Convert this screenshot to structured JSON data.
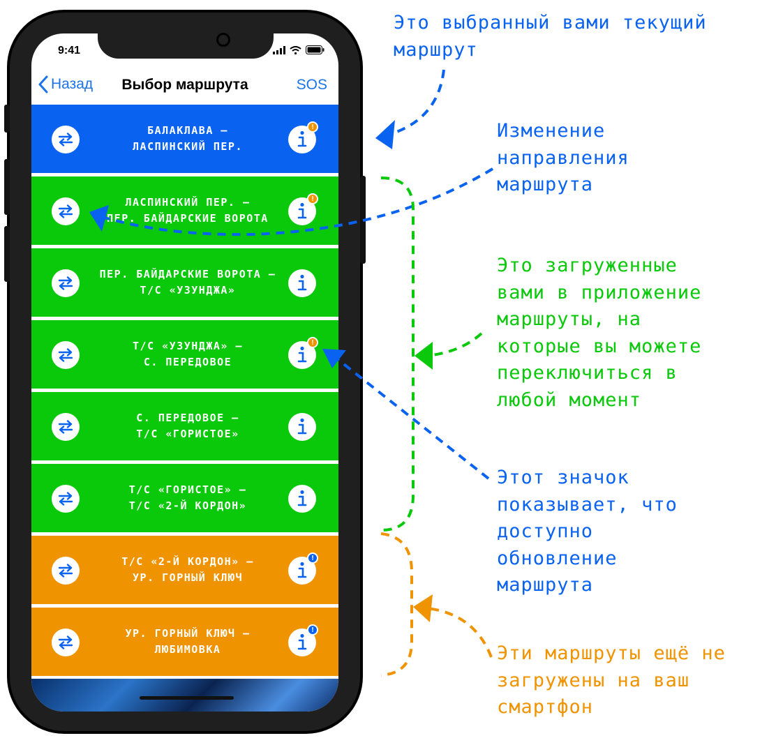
{
  "colors": {
    "current": "#0a63f0",
    "loaded": "#0ac80a",
    "not_loaded": "#f09300",
    "link_blue": "#1a73e8",
    "badge_orange": "#f09300",
    "badge_blue": "#0a63f0"
  },
  "status_bar": {
    "time": "9:41"
  },
  "nav": {
    "back_label": "Назад",
    "title": "Выбор маршрута",
    "sos_label": "SOS"
  },
  "routes": [
    {
      "line1": "БАЛАКЛАВА –",
      "line2": "ЛАСПИНСКИЙ ПЕР.",
      "status": "current",
      "badge": "!",
      "badge_color": "orange"
    },
    {
      "line1": "ЛАСПИНСКИЙ ПЕР. –",
      "line2": "ПЕР. БАЙДАРСКИЕ ВОРОТА",
      "status": "loaded",
      "badge": "!",
      "badge_color": "orange"
    },
    {
      "line1": "ПЕР. БАЙДАРСКИЕ ВОРОТА –",
      "line2": "Т/С «УЗУНДЖА»",
      "status": "loaded",
      "badge": "",
      "badge_color": ""
    },
    {
      "line1": "Т/С «УЗУНДЖА» –",
      "line2": "С. ПЕРЕДОВОЕ",
      "status": "loaded",
      "badge": "!",
      "badge_color": "orange"
    },
    {
      "line1": "С. ПЕРЕДОВОЕ –",
      "line2": "Т/С «ГОРИСТОЕ»",
      "status": "loaded",
      "badge": "",
      "badge_color": ""
    },
    {
      "line1": "Т/С «ГОРИСТОЕ» –",
      "line2": "Т/С «2-Й КОРДОН»",
      "status": "loaded",
      "badge": "",
      "badge_color": ""
    },
    {
      "line1": "Т/С «2-Й КОРДОН» –",
      "line2": "УР. ГОРНЫЙ КЛЮЧ",
      "status": "not_loaded",
      "badge": "!",
      "badge_color": "blue"
    },
    {
      "line1": "УР. ГОРНЫЙ КЛЮЧ –",
      "line2": "ЛЮБИМОВКА",
      "status": "not_loaded",
      "badge": "!",
      "badge_color": "blue"
    }
  ],
  "annotations": {
    "current_route": "Это выбранный вами текущий\nмаршрут",
    "change_direction": "Изменение\nнаправления\nмаршрута",
    "loaded_routes": "Это загруженные\nвами в приложение\nмаршруты, на\nкоторые вы можете\nпереключиться в\nлюбой момент",
    "update_icon": "Этот значок\nпоказывает, что\nдоступно\nобновление\nмаршрута",
    "not_loaded_routes": "Эти маршруты ещё не\nзагружены на ваш\nсмартфон"
  }
}
